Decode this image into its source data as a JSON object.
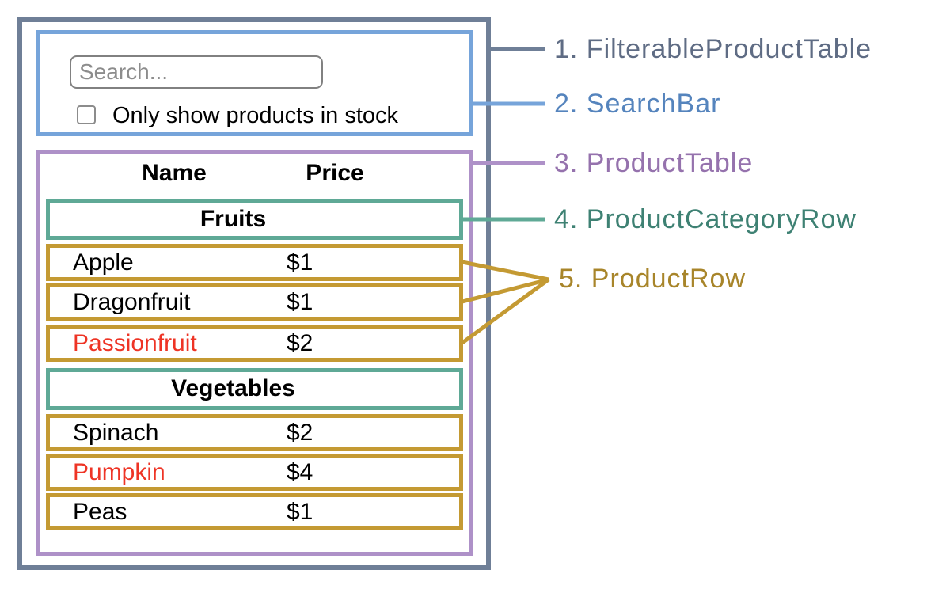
{
  "colors": {
    "slate_border": "#6f7f97",
    "slate_text": "#5f6c84",
    "blue_border": "#76a4da",
    "blue_text": "#5584bd",
    "purple_border": "#ae91c8",
    "purple_text": "#9572ad",
    "teal_border": "#5fa996",
    "teal_text": "#3e8173",
    "gold_border": "#c49a33",
    "gold_text": "#a8852a",
    "red_text": "#ee3425",
    "black_text": "#000000"
  },
  "legend": {
    "items": [
      {
        "text": "1. FilterableProductTable"
      },
      {
        "text": "2. SearchBar"
      },
      {
        "text": "3. ProductTable"
      },
      {
        "text": "4. ProductCategoryRow"
      },
      {
        "text": "5. ProductRow"
      }
    ]
  },
  "search_bar": {
    "input_placeholder": "Search...",
    "input_value": "",
    "checkbox_label": "Only show products in stock",
    "checkbox_checked": false
  },
  "product_table": {
    "columns": [
      "Name",
      "Price"
    ],
    "sections": [
      {
        "category": "Fruits",
        "rows": [
          {
            "name": "Apple",
            "price": "$1",
            "name_color": "#000000"
          },
          {
            "name": "Dragonfruit",
            "price": "$1",
            "name_color": "#000000"
          },
          {
            "name": "Passionfruit",
            "price": "$2",
            "name_color": "#ee3425"
          }
        ]
      },
      {
        "category": "Vegetables",
        "rows": [
          {
            "name": "Spinach",
            "price": "$2",
            "name_color": "#000000"
          },
          {
            "name": "Pumpkin",
            "price": "$4",
            "name_color": "#ee3425"
          },
          {
            "name": "Peas",
            "price": "$1",
            "name_color": "#000000"
          }
        ]
      }
    ]
  }
}
